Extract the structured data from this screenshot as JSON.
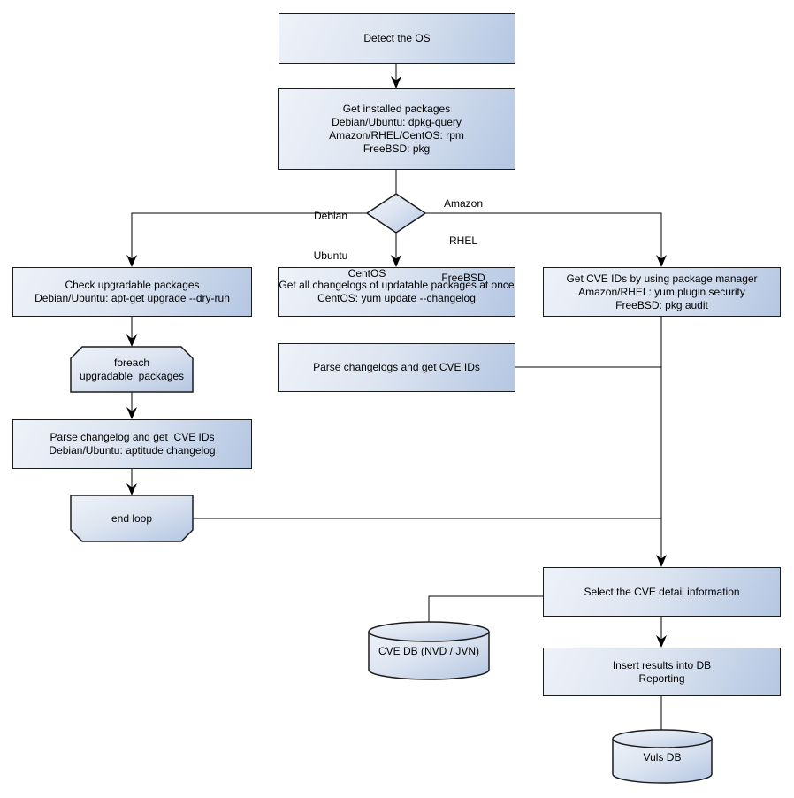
{
  "diagram": {
    "title_hint": "OS package vulnerability scan flowchart",
    "colors": {
      "background": "#ffffff",
      "node_fill_light": "#eef2f9",
      "node_fill_dark": "#b4c6e2",
      "node_border": "#1b1b1b",
      "connector": "#000000",
      "text": "#000000"
    },
    "nodes": {
      "detect_os": {
        "lines": [
          "Detect the OS"
        ]
      },
      "get_installed_packages": {
        "lines": [
          "Get installed packages",
          "Debian/Ubuntu: dpkg-query",
          "Amazon/RHEL/CentOS: rpm",
          "FreeBSD: pkg"
        ]
      },
      "check_upgradable": {
        "lines": [
          "Check upgradable packages",
          "Debian/Ubuntu: apt-get upgrade --dry-run"
        ]
      },
      "foreach_loop": {
        "lines": [
          "foreach",
          "upgradable  packages"
        ]
      },
      "parse_changelog_deb": {
        "lines": [
          "Parse changelog and get  CVE IDs",
          "Debian/Ubuntu: aptitude changelog"
        ]
      },
      "end_loop": {
        "lines": [
          "end loop"
        ]
      },
      "get_all_changelogs": {
        "lines": [
          "Get all changelogs of updatable packages at once",
          "CentOS: yum update --changelog"
        ]
      },
      "parse_changelogs": {
        "lines": [
          "Parse changelogs and get CVE IDs"
        ]
      },
      "get_cve_ids_pkg_mgr": {
        "lines": [
          "Get CVE IDs by using package manager",
          "Amazon/RHEL: yum plugin security",
          "FreeBSD: pkg audit"
        ]
      },
      "select_cve_detail": {
        "lines": [
          "Select the CVE detail information"
        ]
      },
      "cve_db": {
        "lines": [
          "CVE DB (NVD / JVN)"
        ]
      },
      "insert_results": {
        "lines": [
          "Insert results into DB",
          "Reporting"
        ]
      },
      "vuls_db": {
        "lines": [
          "Vuls DB"
        ]
      }
    },
    "edge_labels": {
      "debian_ubuntu": {
        "lines": [
          "Debian",
          "Ubuntu"
        ]
      },
      "amazon_rhel_freebsd": {
        "lines": [
          "Amazon",
          "RHEL",
          "FreeBSD"
        ]
      },
      "centos": {
        "lines": [
          "CentOS"
        ]
      }
    }
  }
}
